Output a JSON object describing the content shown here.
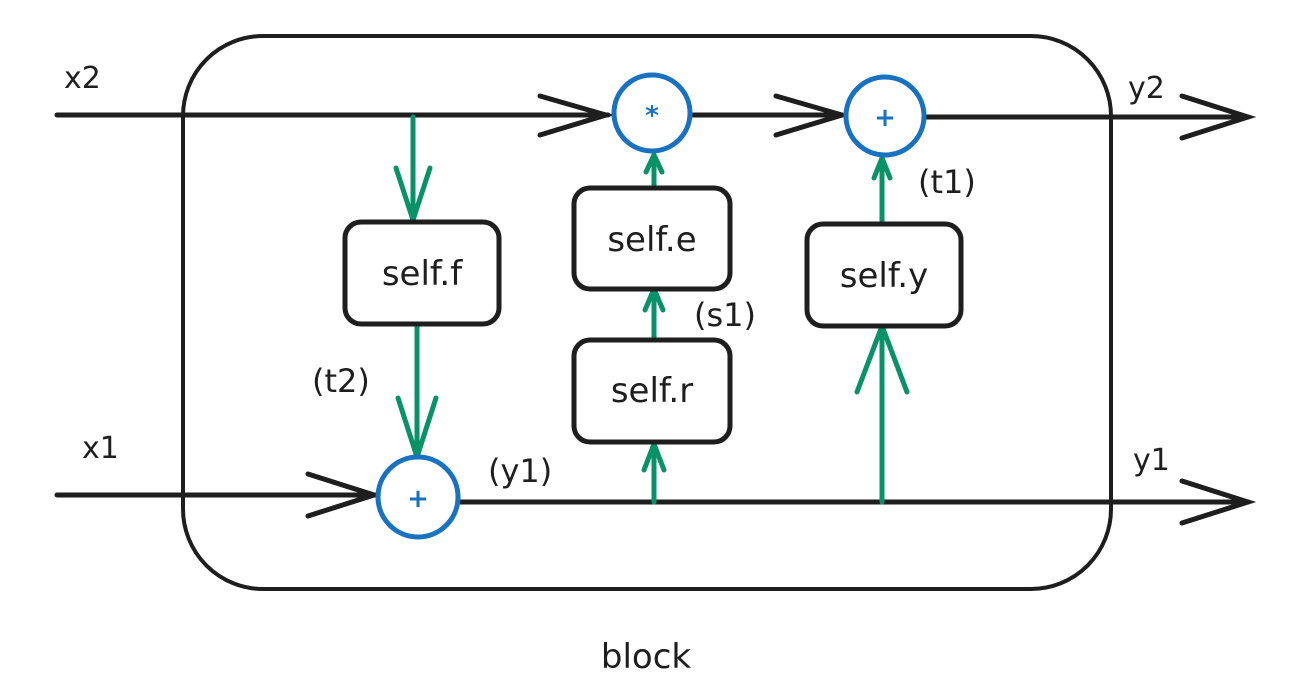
{
  "inputs": {
    "x2": "x2",
    "x1": "x1"
  },
  "outputs": {
    "y2": "y2",
    "y1": "y1"
  },
  "operators": {
    "multiply": "*",
    "add_top": "+",
    "add_bottom": "+"
  },
  "functions": {
    "f": "self.f",
    "e": "self.e",
    "r": "self.r",
    "y": "self.y"
  },
  "intermediates": {
    "t2": "(t2)",
    "s1": "(s1)",
    "t1": "(t1)",
    "y1": "(y1)"
  },
  "caption": "block",
  "colors": {
    "stroke": "#1e1e1e",
    "operator": "#1971c2",
    "flow": "#099268"
  }
}
